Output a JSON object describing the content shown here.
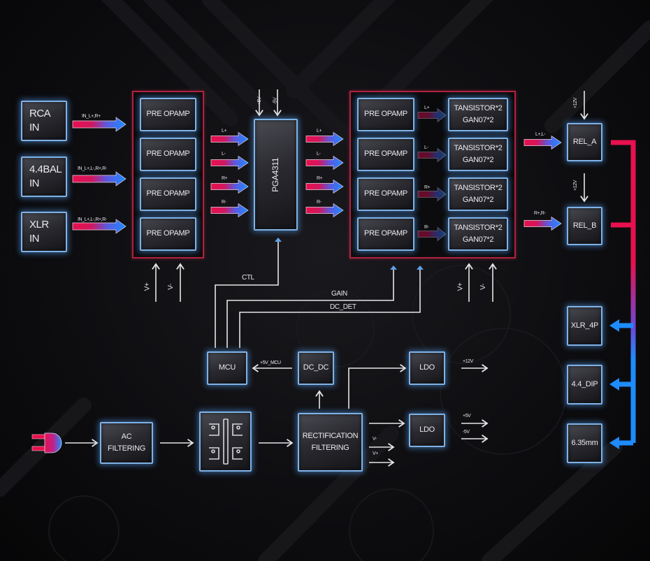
{
  "colors": {
    "signal_start": "#e8104e",
    "signal_end": "#1e8cff",
    "block_border": "#7fb2e6",
    "group_border": "#b0223f",
    "wire": "#e6e6e6"
  },
  "inputs": [
    {
      "line1": "RCA",
      "line2": "IN",
      "signal": "IN_L+,R+"
    },
    {
      "line1": "4.4BAL",
      "line2": "IN",
      "signal": "IN_L+,L-,R+,R-"
    },
    {
      "line1": "XLR",
      "line2": "IN",
      "signal": "IN_L+,L-,R+,R-"
    }
  ],
  "pre_stage": {
    "opamps": [
      "PRE OPAMP",
      "PRE OPAMP",
      "PRE OPAMP",
      "PRE OPAMP"
    ],
    "supply": [
      "V+",
      "V-"
    ]
  },
  "volume": {
    "chip": "PGA4311",
    "supply": [
      "+5V",
      "-5V"
    ],
    "in_signals": [
      "L+",
      "L-",
      "R+",
      "R-"
    ],
    "out_signals": [
      "L+",
      "L-",
      "R+",
      "R-"
    ]
  },
  "power_stage": {
    "rows": [
      {
        "opamp": "PRE OPAMP",
        "signal": "L+",
        "out1": "TANSISTOR*2",
        "out2": "GAN07*2"
      },
      {
        "opamp": "PRE OPAMP",
        "signal": "L-",
        "out1": "TANSISTOR*2",
        "out2": "GAN07*2"
      },
      {
        "opamp": "PRE OPAMP",
        "signal": "R+",
        "out1": "TANSISTOR*2",
        "out2": "GAN07*2"
      },
      {
        "opamp": "PRE OPAMP",
        "signal": "R-",
        "out1": "TANSISTOR*2",
        "out2": "GAN07*2"
      }
    ],
    "supply": [
      "V+",
      "V-"
    ]
  },
  "relays": [
    {
      "label": "REL_A",
      "supply": "+12V",
      "signal": "L+,L-"
    },
    {
      "label": "REL_B",
      "supply": "+12V",
      "signal": "R+,R-"
    }
  ],
  "outputs": [
    "XLR_4P",
    "4.4_DIP",
    "6.35mm"
  ],
  "control": {
    "mcu": "MCU",
    "ctl": "CTL",
    "gain": "GAIN",
    "dc_det": "DC_DET",
    "mcu_supply": "+5V_MCU",
    "dcdc": "DC_DC"
  },
  "power": {
    "ac_filter_line1": "AC",
    "ac_filter_line2": "FILTERING",
    "rect_line1": "RECTIFICATION",
    "rect_line2": "FILTERING",
    "ldo_top": "LDO",
    "ldo_top_out": "+12V",
    "ldo_bottom": "LDO",
    "ldo_bottom_out": [
      "+5V",
      "-5V"
    ],
    "rails": [
      "V-",
      "V+"
    ]
  },
  "icons": {
    "plug": "power-plug-icon",
    "transformer": "transformer-icon"
  }
}
